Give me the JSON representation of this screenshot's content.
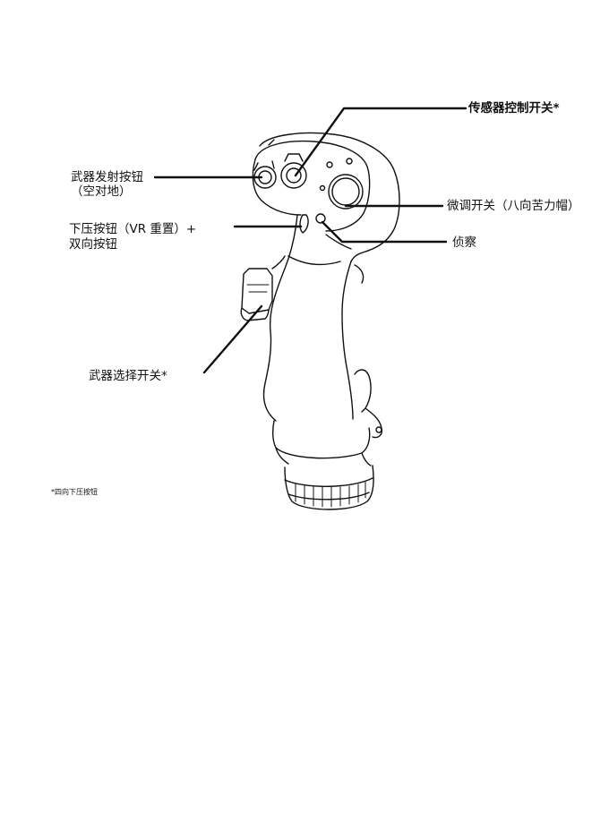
{
  "labels": {
    "sensor_control_switch": "传感器控制开关*",
    "weapon_release_button": "武器发射按钮",
    "weapon_release_button_sub": "（空对地）",
    "trim_switch": "微调开关（八向苦力帽）",
    "press_down_button": "下压按钮（VR 重置）+",
    "press_down_button_sub": "双向按钮",
    "recon": "侦察",
    "weapon_select_switch": "武器选择开关*"
  },
  "footnote": "*四向下压按钮",
  "colors": {
    "line": "#111111",
    "background": "#ffffff"
  }
}
